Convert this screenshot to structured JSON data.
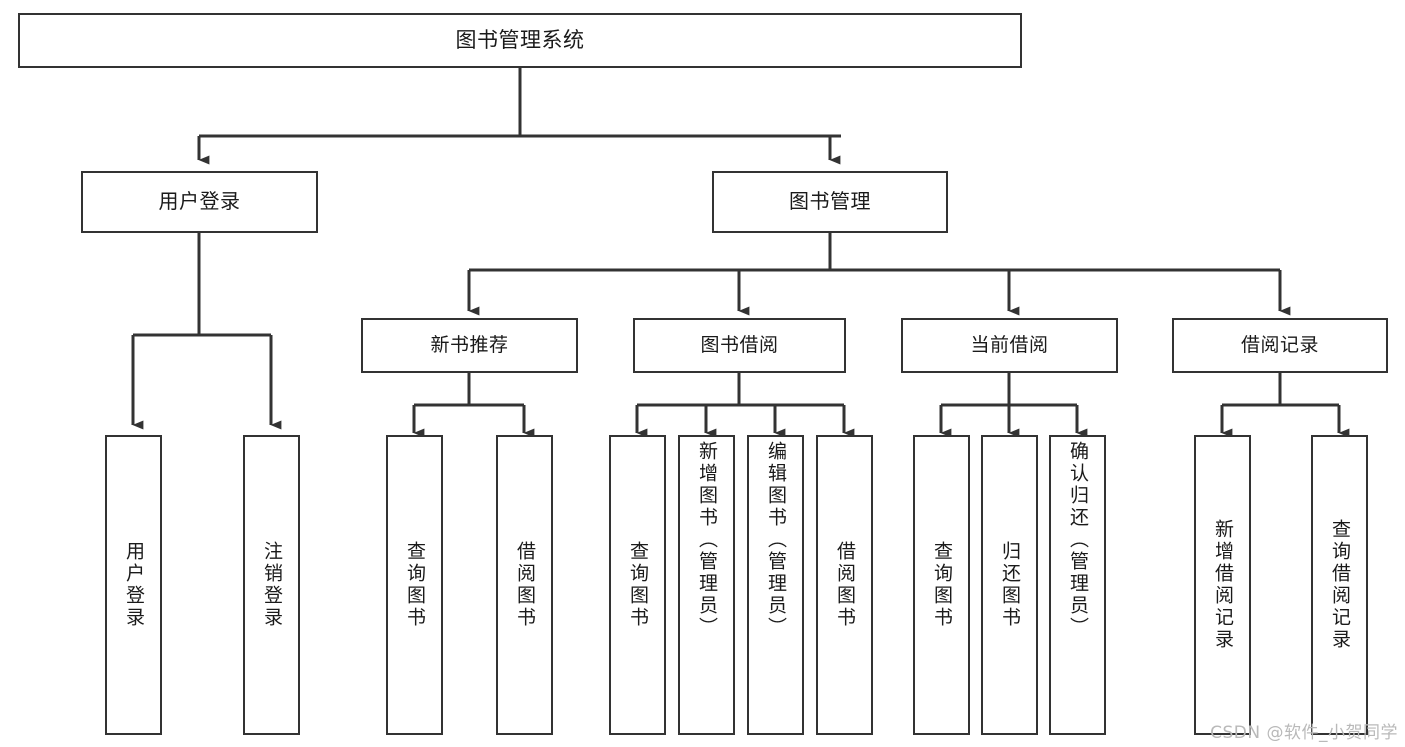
{
  "diagram": {
    "kind": "tree-hierarchy-chart",
    "title": "图书管理系统",
    "watermark": "CSDN @软件_小贺同学",
    "colors": {
      "box_border": "#333333",
      "box_fill": "#ffffff",
      "edge": "#333333",
      "text": "#1a1a1a",
      "watermark": "#b9b9b9",
      "background": "#ffffff"
    },
    "nodes": {
      "root": {
        "label": "图书管理系统"
      },
      "level2": [
        {
          "id": "user-login",
          "label": "用户登录"
        },
        {
          "id": "book-manage",
          "label": "图书管理"
        }
      ],
      "level3": [
        {
          "id": "new-book-recommend",
          "label": "新书推荐"
        },
        {
          "id": "book-borrow",
          "label": "图书借阅"
        },
        {
          "id": "current-borrow",
          "label": "当前借阅"
        },
        {
          "id": "borrow-record",
          "label": "借阅记录"
        }
      ],
      "leaves": {
        "user_login": [
          {
            "id": "leaf-user-login",
            "label": "用户登录"
          },
          {
            "id": "leaf-logout-login",
            "label": "注销登录"
          }
        ],
        "new_book_recommend": [
          {
            "id": "leaf-query-book-1",
            "label": "查询图书"
          },
          {
            "id": "leaf-borrow-book-1",
            "label": "借阅图书"
          }
        ],
        "book_borrow": [
          {
            "id": "leaf-query-book-2",
            "label": "查询图书"
          },
          {
            "id": "leaf-add-book",
            "label": "新增图书（管理员）"
          },
          {
            "id": "leaf-edit-book",
            "label": "编辑图书（管理员）"
          },
          {
            "id": "leaf-borrow-book-2",
            "label": "借阅图书"
          }
        ],
        "current_borrow": [
          {
            "id": "leaf-query-book-3",
            "label": "查询图书"
          },
          {
            "id": "leaf-return-book",
            "label": "归还图书"
          },
          {
            "id": "leaf-confirm-return",
            "label": "确认归还（管理员）"
          }
        ],
        "borrow_record": [
          {
            "id": "leaf-add-record",
            "label": "新增借阅记录"
          },
          {
            "id": "leaf-query-record",
            "label": "查询借阅记录"
          }
        ]
      }
    }
  }
}
